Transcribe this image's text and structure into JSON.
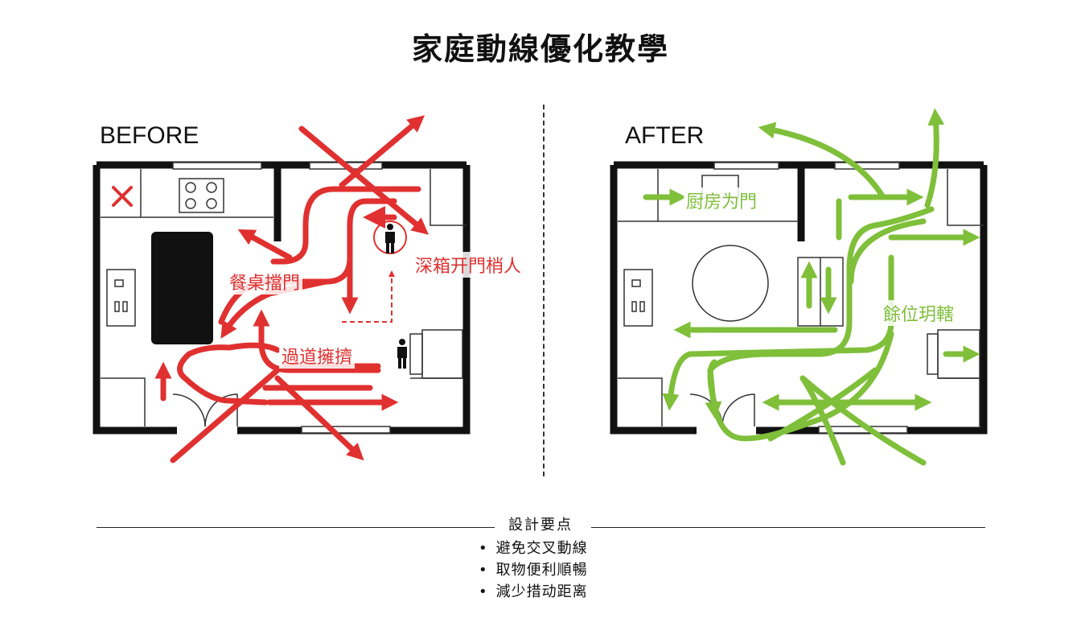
{
  "title": "家庭動線優化教學",
  "before": {
    "label": "BEFORE",
    "annotations": [
      "餐桌擋門",
      "深箱开門梢人",
      "過道擁擠"
    ],
    "x_mark": "✕"
  },
  "after": {
    "label": "AFTER",
    "annotations": [
      "厨房为門",
      "餘位玥轄"
    ]
  },
  "summary": {
    "title": "設計要点",
    "points": [
      "避免交叉動線",
      "取物便利順暢",
      "減少措动距离"
    ]
  },
  "colors": {
    "before_flow": "#e03030",
    "after_flow": "#7fbf3a",
    "walls": "#111111"
  }
}
